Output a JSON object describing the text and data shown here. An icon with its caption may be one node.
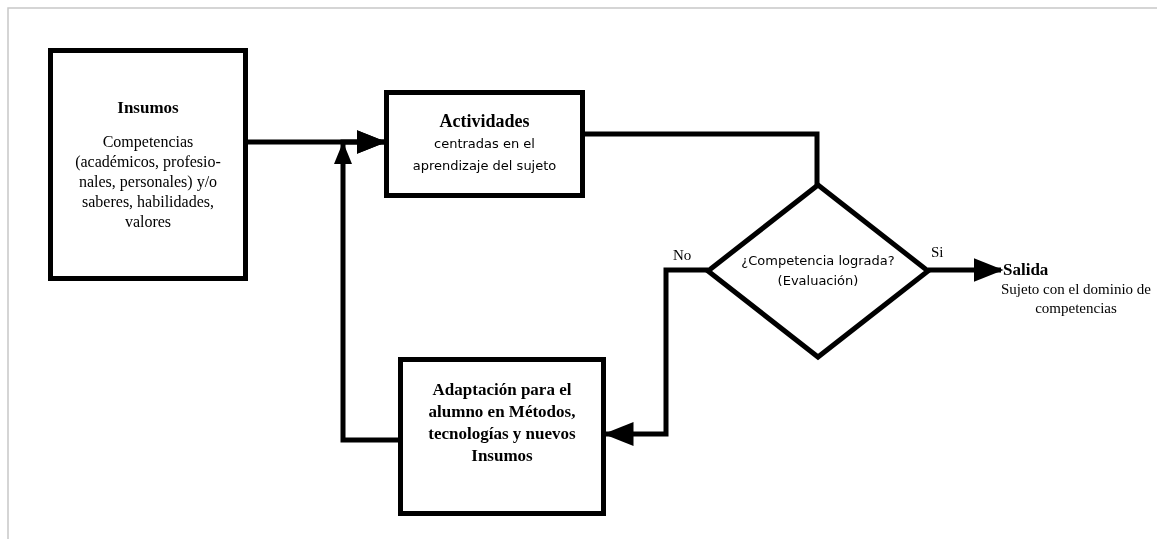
{
  "diagram": {
    "nodes": [
      {
        "text": [
          "Insumos",
          "Competencias (académicos, profesio-nales, personales) y/o saberes, habilidades, valores"
        ]
      },
      {
        "text": [
          "Actividades",
          "centradas en el aprendizaje del sujeto"
        ]
      },
      {
        "text": [
          "¿Competencia lograda? (Evaluación)"
        ]
      },
      {
        "text": [
          "Salida",
          "Sujeto con el dominio de competencias"
        ]
      },
      {
        "text": [
          "Adaptación para el alumno en Métodos, tecnologías y nuevos Insumos"
        ]
      }
    ],
    "edges": [
      {
        "from": 0,
        "to": 1,
        "arrow": "to"
      },
      {
        "from": 1,
        "to": 2,
        "arrow": "none"
      },
      {
        "from": 2,
        "to": 3,
        "arrow": "to",
        "label": "Si"
      },
      {
        "from": 2,
        "to": 4,
        "arrow": "to",
        "label": "No"
      },
      {
        "from": 4,
        "to": 1,
        "arrow": "to"
      }
    ]
  }
}
